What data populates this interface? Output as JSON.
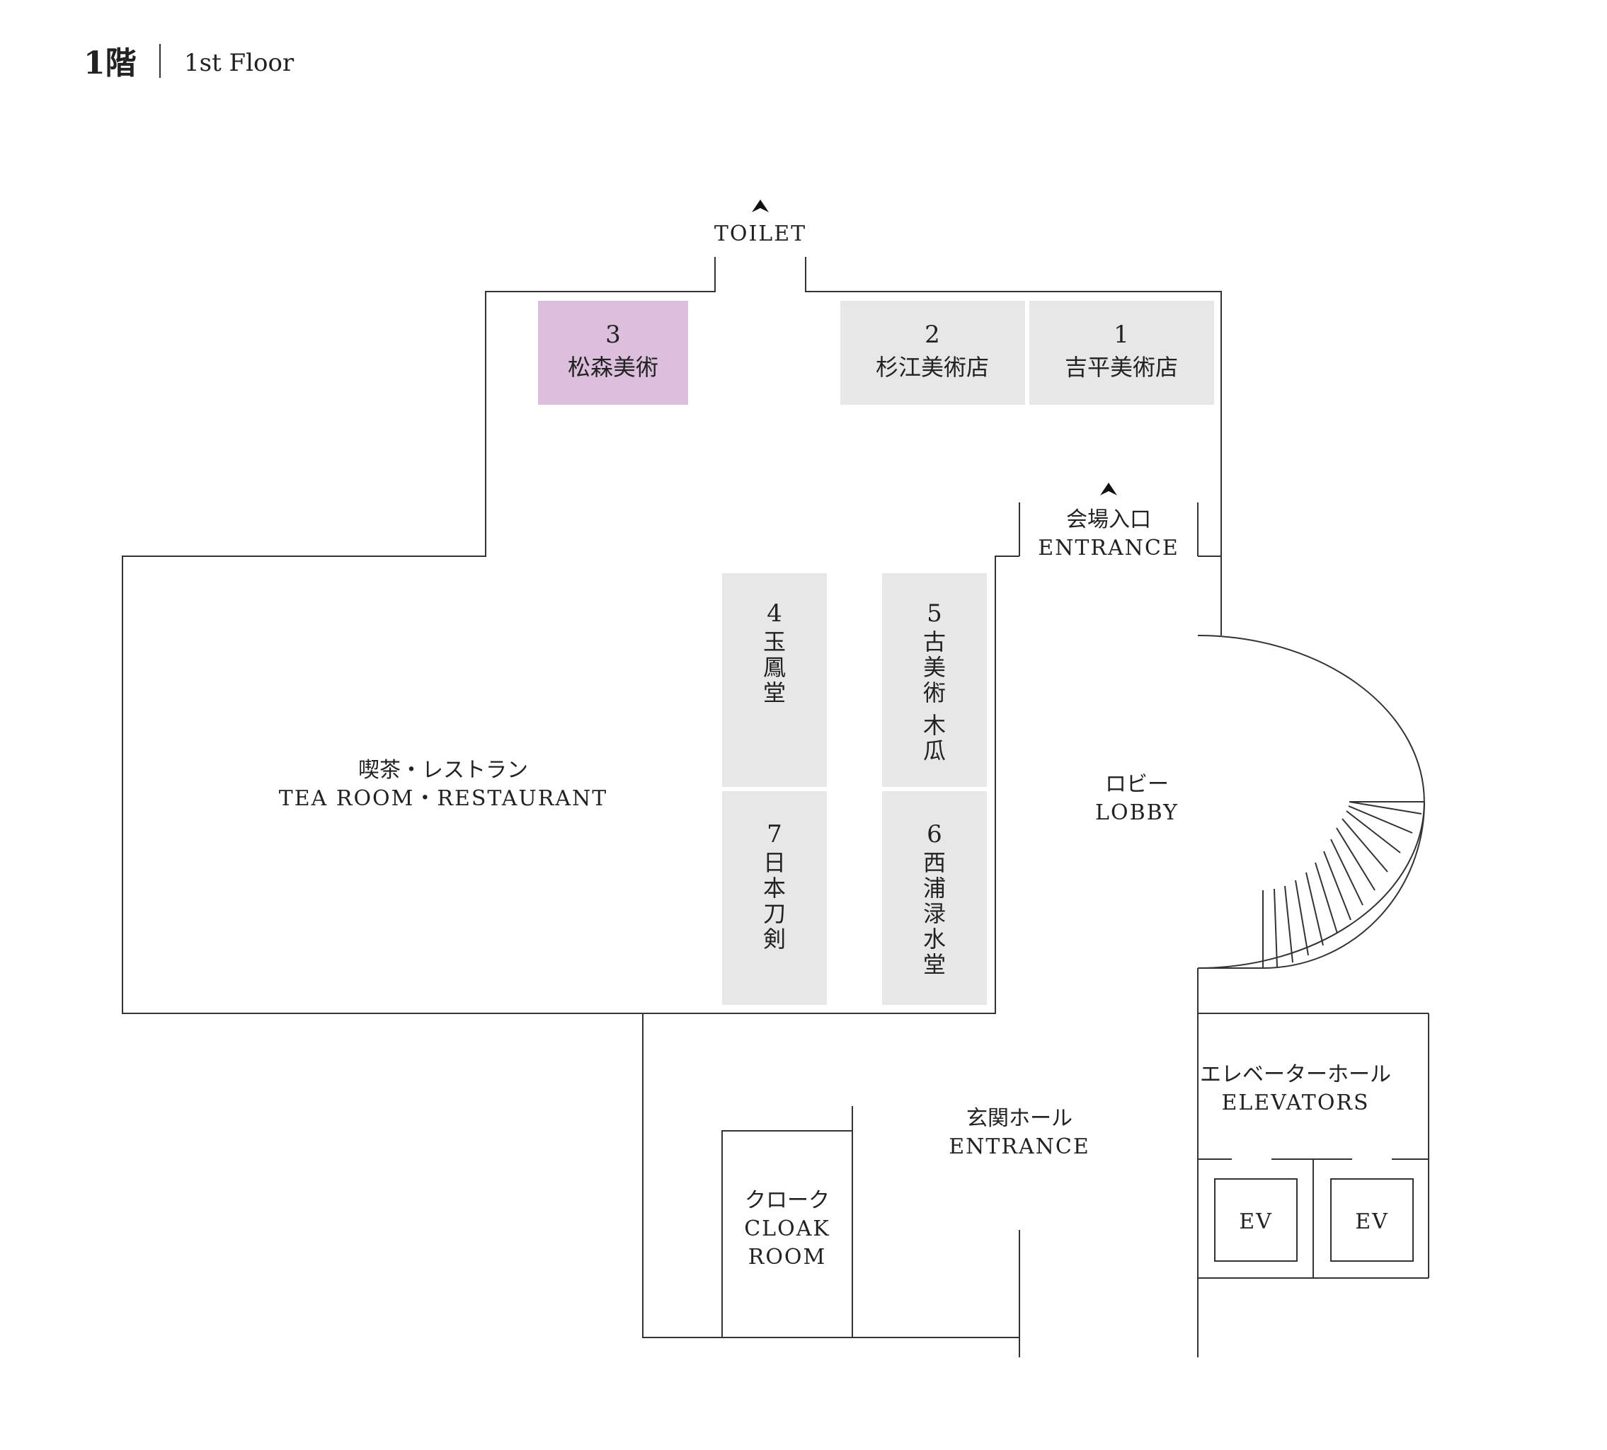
{
  "header": {
    "floor_jp": "1階",
    "floor_en": "1st Floor"
  },
  "colors": {
    "highlight": "#dcbfdc",
    "booth": "#e7e7e7",
    "line": "#333333"
  },
  "booths": [
    {
      "id": "1",
      "number": "1",
      "name": "吉平美術店",
      "highlighted": false
    },
    {
      "id": "2",
      "number": "2",
      "name": "杉江美術店",
      "highlighted": false
    },
    {
      "id": "3",
      "number": "3",
      "name": "松森美術",
      "highlighted": true
    },
    {
      "id": "4",
      "number": "4",
      "name_lines": [
        "玉",
        "鳳",
        "堂"
      ],
      "highlighted": false
    },
    {
      "id": "5",
      "number": "5",
      "name_lines": [
        "古",
        "美",
        "術",
        "木",
        "瓜"
      ],
      "highlighted": false
    },
    {
      "id": "6",
      "number": "6",
      "name_lines": [
        "西",
        "浦",
        "渌",
        "水",
        "堂"
      ],
      "highlighted": false
    },
    {
      "id": "7",
      "number": "7",
      "name_lines": [
        "日",
        "本",
        "刀",
        "剣"
      ],
      "highlighted": false
    }
  ],
  "areas": {
    "toilet": "TOILET",
    "venue_entrance_jp": "会場入口",
    "venue_entrance_en": "ENTRANCE",
    "tearoom_jp": "喫茶・レストラン",
    "tearoom_en": "TEA ROOM・RESTAURANT",
    "lobby_jp": "ロビー",
    "lobby_en": "LOBBY",
    "elevator_hall_jp": "エレベーターホール",
    "elevator_hall_en": "ELEVATORS",
    "entrance_hall_jp": "玄関ホール",
    "entrance_hall_en": "ENTRANCE",
    "cloak_jp": "クローク",
    "cloak_en_1": "CLOAK",
    "cloak_en_2": "ROOM",
    "ev1": "EV",
    "ev2": "EV"
  }
}
